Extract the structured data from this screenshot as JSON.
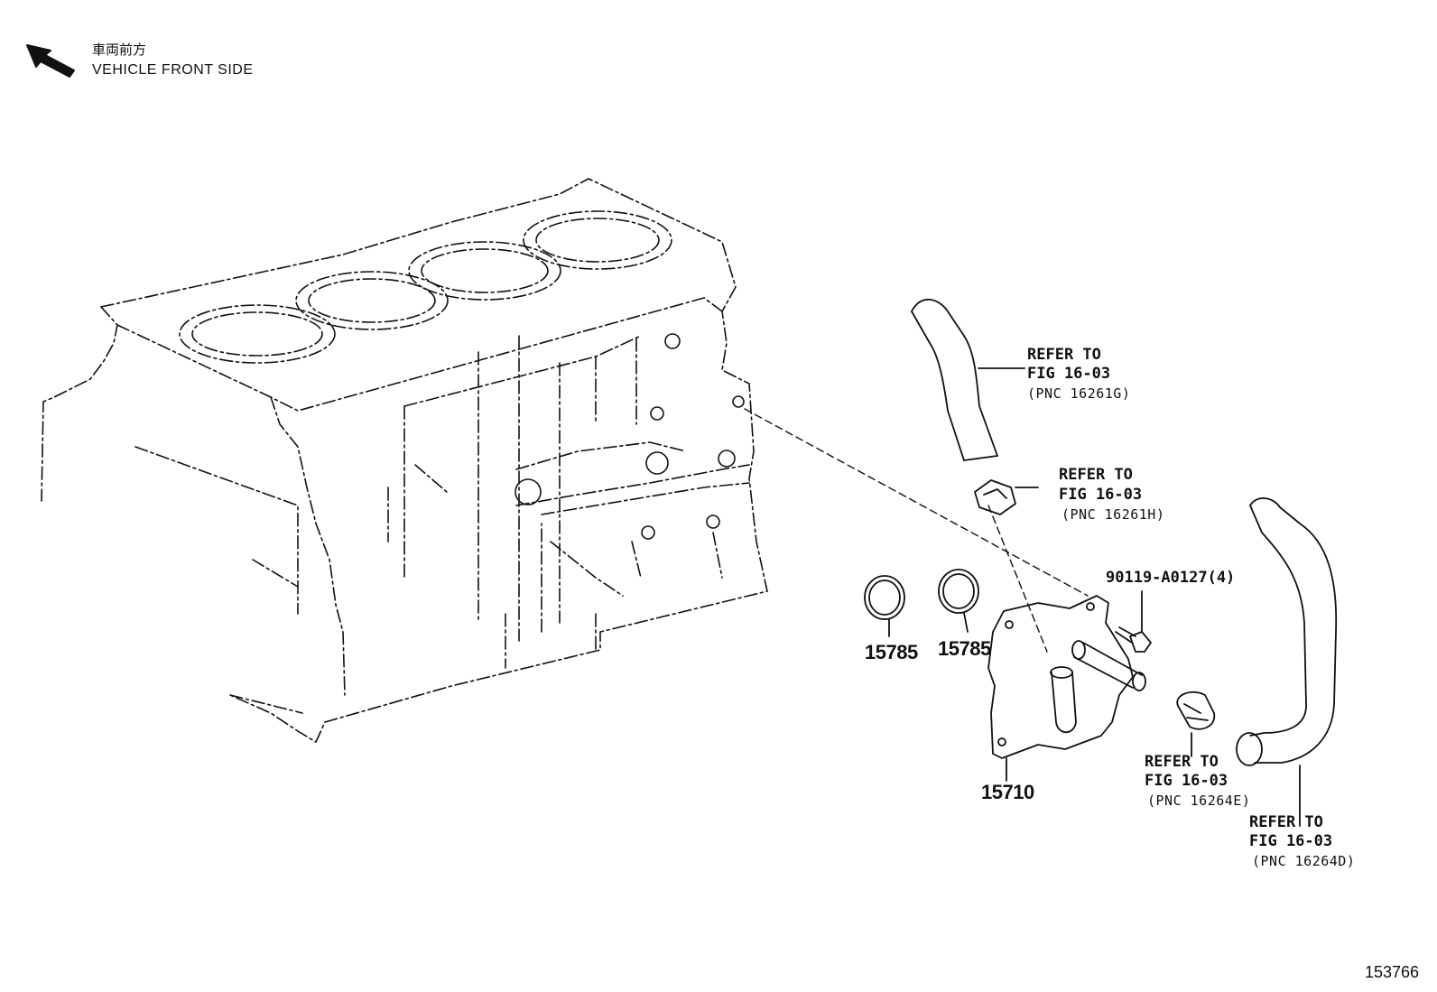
{
  "header": {
    "direction_jp": "車両前方",
    "direction_en": "VEHICLE FRONT SIDE"
  },
  "refs": {
    "hose_upper": {
      "line1": "REFER TO",
      "line2": "FIG 16-03",
      "line3": "(PNC 16261G)"
    },
    "clamp_upper": {
      "line1": "REFER TO",
      "line2": "FIG 16-03",
      "line3": "(PNC 16261H)"
    },
    "clamp_lower": {
      "line1": "REFER TO",
      "line2": "FIG 16-03",
      "line3": "(PNC 16264E)"
    },
    "hose_lower": {
      "line1": "REFER TO",
      "line2": "FIG 16-03",
      "line3": "(PNC 16264D)"
    }
  },
  "parts": {
    "bolt": "90119-A0127(4)",
    "gasket_1": "15785",
    "gasket_2": "15785",
    "oil_cooler": "15710"
  },
  "figure_number": "153766",
  "colors": {
    "line": "#111111",
    "background": "#ffffff"
  },
  "icons": {
    "front_arrow": "arrow-up-left-icon"
  }
}
